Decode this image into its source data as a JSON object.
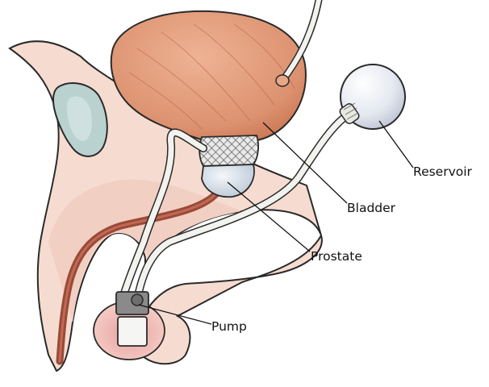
{
  "labels": {
    "reservoir": "Reservoir",
    "bladder": "Bladder",
    "prostate": "Prostate",
    "pump": "Pump"
  },
  "colors": {
    "skin": "#f6dcd0",
    "outline": "#2a2a2a",
    "bladder": "#df9a78",
    "bladder_dark": "#c9744f",
    "tubing": "#f2f2ee",
    "reservoir": "#dfe4ee",
    "prostate": "#d6e0ea",
    "urethra": "#9a4a38",
    "bone": "#b9d2cf",
    "pump_scrotum": "#eeb3b1"
  }
}
